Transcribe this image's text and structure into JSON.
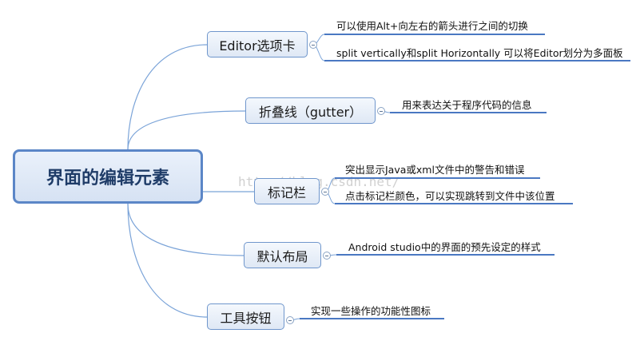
{
  "root": {
    "label": "界面的编辑元素"
  },
  "branches": [
    {
      "label": "Editor选项卡",
      "leaves": [
        "可以使用Alt+向左右的箭头进行之间的切换",
        "split vertically和split Horizontally 可以将Editor划分为多面板"
      ]
    },
    {
      "label": "折叠线（gutter）",
      "leaves": [
        "用来表达关于程序代码的信息"
      ]
    },
    {
      "label": "标记栏",
      "leaves": [
        "突出显示Java或xml文件中的警告和错误",
        "点击标记栏颜色，可以实现跳转到文件中该位置"
      ]
    },
    {
      "label": "默认布局",
      "leaves": [
        "Android studio中的界面的预先设定的样式"
      ]
    },
    {
      "label": "工具按钮",
      "leaves": [
        "实现一些操作的功能性图标"
      ]
    }
  ],
  "watermark": "http://blog.csdn.net/",
  "colors": {
    "connector": "#7aa3d8",
    "leaf_underline": "#4a78c2",
    "root_border": "#5b86c7"
  }
}
